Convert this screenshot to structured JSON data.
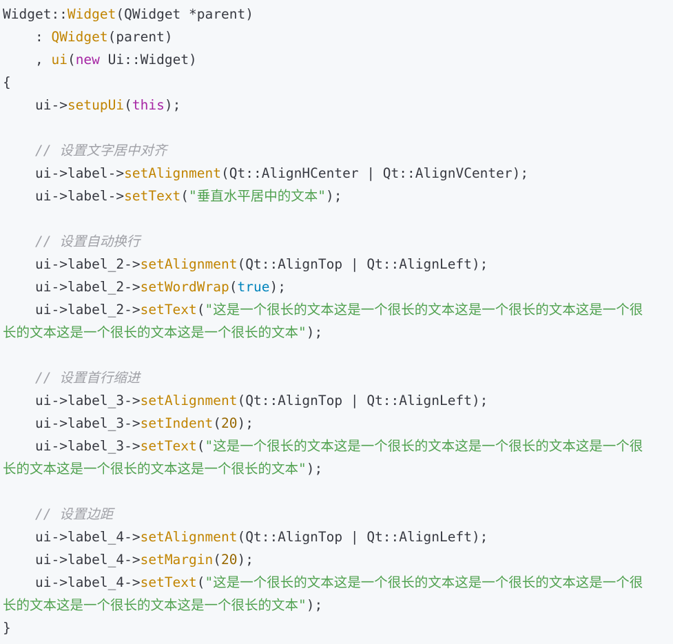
{
  "code": {
    "language": "cpp",
    "lines": [
      [
        {
          "t": "default",
          "v": "Widget::"
        },
        {
          "t": "func",
          "v": "Widget"
        },
        {
          "t": "default",
          "v": "(QWidget *parent)"
        }
      ],
      [
        {
          "t": "default",
          "v": "    : "
        },
        {
          "t": "func",
          "v": "QWidget"
        },
        {
          "t": "default",
          "v": "(parent)"
        }
      ],
      [
        {
          "t": "default",
          "v": "    , "
        },
        {
          "t": "func",
          "v": "ui"
        },
        {
          "t": "default",
          "v": "("
        },
        {
          "t": "keyword",
          "v": "new"
        },
        {
          "t": "default",
          "v": " Ui::Widget)"
        }
      ],
      [
        {
          "t": "default",
          "v": "{"
        }
      ],
      [
        {
          "t": "default",
          "v": "    ui->"
        },
        {
          "t": "func",
          "v": "setupUi"
        },
        {
          "t": "default",
          "v": "("
        },
        {
          "t": "keyword",
          "v": "this"
        },
        {
          "t": "default",
          "v": ");"
        }
      ],
      [],
      [
        {
          "t": "default",
          "v": "    "
        },
        {
          "t": "comment",
          "v": "// 设置文字居中对齐"
        }
      ],
      [
        {
          "t": "default",
          "v": "    ui->label->"
        },
        {
          "t": "func",
          "v": "setAlignment"
        },
        {
          "t": "default",
          "v": "(Qt::AlignHCenter | Qt::AlignVCenter);"
        }
      ],
      [
        {
          "t": "default",
          "v": "    ui->label->"
        },
        {
          "t": "func",
          "v": "setText"
        },
        {
          "t": "default",
          "v": "("
        },
        {
          "t": "string",
          "v": "\"垂直水平居中的文本\""
        },
        {
          "t": "default",
          "v": ");"
        }
      ],
      [],
      [
        {
          "t": "default",
          "v": "    "
        },
        {
          "t": "comment",
          "v": "// 设置自动换行"
        }
      ],
      [
        {
          "t": "default",
          "v": "    ui->label_2->"
        },
        {
          "t": "func",
          "v": "setAlignment"
        },
        {
          "t": "default",
          "v": "(Qt::AlignTop | Qt::AlignLeft);"
        }
      ],
      [
        {
          "t": "default",
          "v": "    ui->label_2->"
        },
        {
          "t": "func",
          "v": "setWordWrap"
        },
        {
          "t": "default",
          "v": "("
        },
        {
          "t": "bool",
          "v": "true"
        },
        {
          "t": "default",
          "v": ");"
        }
      ],
      [
        {
          "t": "default",
          "v": "    ui->label_2->"
        },
        {
          "t": "func",
          "v": "setText"
        },
        {
          "t": "default",
          "v": "("
        },
        {
          "t": "string",
          "v": "\"这是一个很长的文本这是一个很长的文本这是一个很长的文本这是一个很长的文本这是一个很长的文本这是一个很长的文本\""
        },
        {
          "t": "default",
          "v": ");"
        }
      ],
      [],
      [
        {
          "t": "default",
          "v": "    "
        },
        {
          "t": "comment",
          "v": "// 设置首行缩进"
        }
      ],
      [
        {
          "t": "default",
          "v": "    ui->label_3->"
        },
        {
          "t": "func",
          "v": "setAlignment"
        },
        {
          "t": "default",
          "v": "(Qt::AlignTop | Qt::AlignLeft);"
        }
      ],
      [
        {
          "t": "default",
          "v": "    ui->label_3->"
        },
        {
          "t": "func",
          "v": "setIndent"
        },
        {
          "t": "default",
          "v": "("
        },
        {
          "t": "number",
          "v": "20"
        },
        {
          "t": "default",
          "v": ");"
        }
      ],
      [
        {
          "t": "default",
          "v": "    ui->label_3->"
        },
        {
          "t": "func",
          "v": "setText"
        },
        {
          "t": "default",
          "v": "("
        },
        {
          "t": "string",
          "v": "\"这是一个很长的文本这是一个很长的文本这是一个很长的文本这是一个很长的文本这是一个很长的文本这是一个很长的文本\""
        },
        {
          "t": "default",
          "v": ");"
        }
      ],
      [],
      [
        {
          "t": "default",
          "v": "    "
        },
        {
          "t": "comment",
          "v": "// 设置边距"
        }
      ],
      [
        {
          "t": "default",
          "v": "    ui->label_4->"
        },
        {
          "t": "func",
          "v": "setAlignment"
        },
        {
          "t": "default",
          "v": "(Qt::AlignTop | Qt::AlignLeft);"
        }
      ],
      [
        {
          "t": "default",
          "v": "    ui->label_4->"
        },
        {
          "t": "func",
          "v": "setMargin"
        },
        {
          "t": "default",
          "v": "("
        },
        {
          "t": "number",
          "v": "20"
        },
        {
          "t": "default",
          "v": ");"
        }
      ],
      [
        {
          "t": "default",
          "v": "    ui->label_4->"
        },
        {
          "t": "func",
          "v": "setText"
        },
        {
          "t": "default",
          "v": "("
        },
        {
          "t": "string",
          "v": "\"这是一个很长的文本这是一个很长的文本这是一个很长的文本这是一个很长的文本这是一个很长的文本这是一个很长的文本\""
        },
        {
          "t": "default",
          "v": ");"
        }
      ],
      [
        {
          "t": "default",
          "v": "}"
        }
      ]
    ]
  },
  "colors": {
    "background": "#f6f8fa",
    "default_text": "#383a42",
    "function": "#c18401",
    "keyword": "#a626a4",
    "bool": "#0184bc",
    "number": "#986801",
    "string": "#50a14f",
    "comment": "#a0a1a7"
  }
}
